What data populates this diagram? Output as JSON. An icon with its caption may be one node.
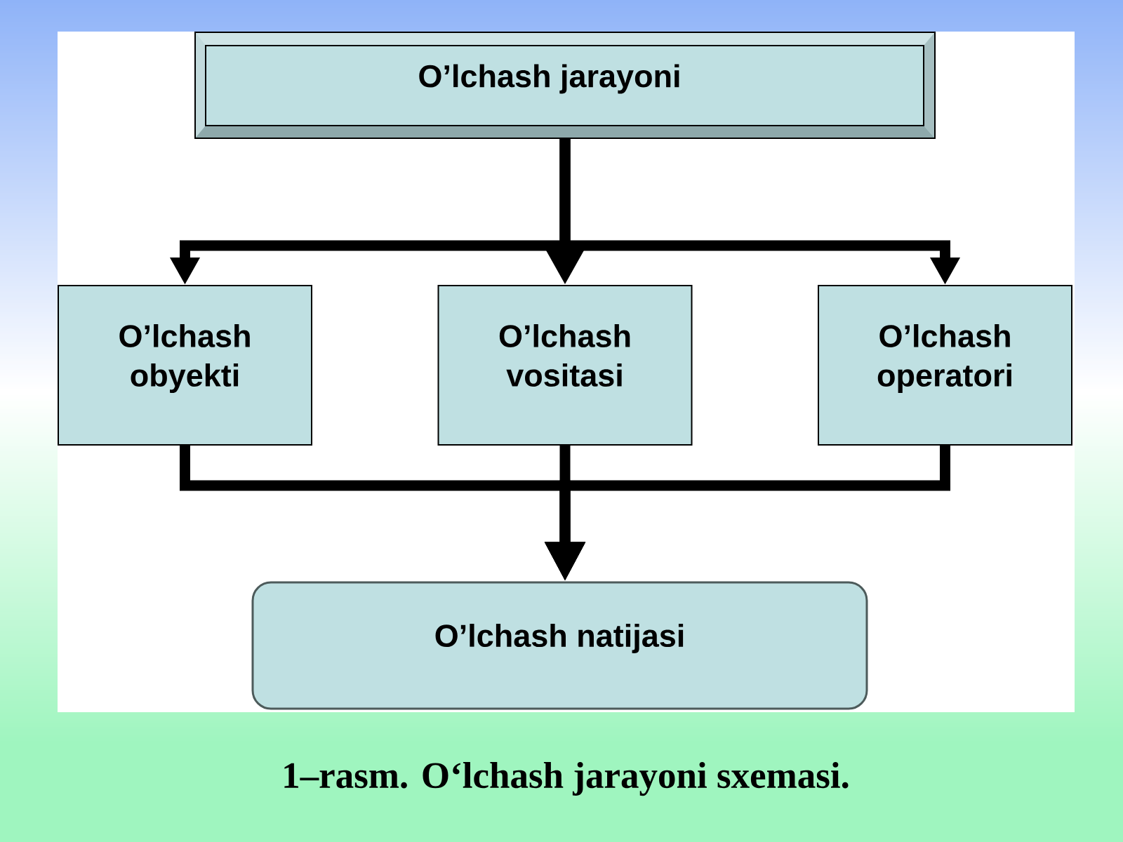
{
  "diagram": {
    "caption": "1–rasm. O‘lchash jarayoni sxemasi.",
    "nodes": [
      {
        "text": [
          "O’lchash jarayoni"
        ]
      },
      {
        "text": [
          "O’lchash obyekti"
        ]
      },
      {
        "text": [
          "O’lchash vositasi"
        ]
      },
      {
        "text": [
          "O’lchash operatori"
        ]
      },
      {
        "text": [
          "O’lchash natijasi"
        ]
      }
    ],
    "edges": [
      {
        "from": 0,
        "to": 1,
        "arrow": "to"
      },
      {
        "from": 0,
        "to": 2,
        "arrow": "to"
      },
      {
        "from": 0,
        "to": 3,
        "arrow": "to"
      },
      {
        "from": 1,
        "to": 4,
        "arrow": "to"
      },
      {
        "from": 2,
        "to": 4,
        "arrow": "to"
      },
      {
        "from": 3,
        "to": 4,
        "arrow": "to"
      }
    ]
  }
}
